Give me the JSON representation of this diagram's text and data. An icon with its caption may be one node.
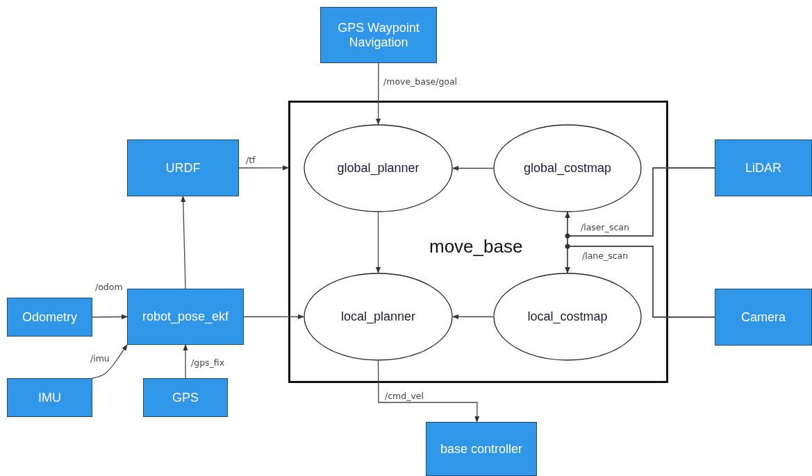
{
  "diagram": {
    "nodes": [
      {
        "text": [
          "GPS Waypoint Navigation"
        ]
      },
      {
        "text": [
          "move_base"
        ]
      },
      {
        "text": [
          "global_planner"
        ],
        "in": 1
      },
      {
        "text": [
          "global_costmap"
        ],
        "in": 1
      },
      {
        "text": [
          "local_planner"
        ],
        "in": 1
      },
      {
        "text": [
          "local_costmap"
        ],
        "in": 1
      },
      {
        "text": [
          "URDF"
        ]
      },
      {
        "text": [
          "LiDAR"
        ]
      },
      {
        "text": [
          "Odometry"
        ]
      },
      {
        "text": [
          "robot_pose_ekf"
        ]
      },
      {
        "text": [
          "Camera"
        ]
      },
      {
        "text": [
          "IMU"
        ]
      },
      {
        "text": [
          "GPS"
        ]
      },
      {
        "text": [
          "base controller"
        ]
      }
    ],
    "edges": [
      {
        "from": 0,
        "to": 2,
        "arrow": "to",
        "label": "/move_base/goal"
      },
      {
        "from": 6,
        "to": 1,
        "arrow": "to",
        "label": "/tf"
      },
      {
        "from": 3,
        "to": 2,
        "arrow": "to"
      },
      {
        "from": 2,
        "to": 4,
        "arrow": "to"
      },
      {
        "from": 9,
        "to": 6,
        "arrow": "to"
      },
      {
        "from": 8,
        "to": 9,
        "arrow": "to",
        "label": "/odom"
      },
      {
        "from": 11,
        "to": 9,
        "arrow": "to",
        "label": "/imu"
      },
      {
        "from": 12,
        "to": 9,
        "arrow": "to",
        "label": "/gps_fix"
      },
      {
        "from": 9,
        "to": 4,
        "arrow": "to"
      },
      {
        "from": 5,
        "to": 4,
        "arrow": "to"
      },
      {
        "from": 4,
        "to": 13,
        "arrow": "to",
        "label": "/cmd_vel"
      },
      {
        "from": 7,
        "to": 3,
        "arrow": "to",
        "label": "/laser_scan"
      },
      {
        "from": 7,
        "to": 5,
        "arrow": "to"
      },
      {
        "from": 10,
        "to": 3,
        "arrow": "to"
      },
      {
        "from": 10,
        "to": 5,
        "arrow": "to",
        "label": "/lane_scan"
      }
    ]
  }
}
